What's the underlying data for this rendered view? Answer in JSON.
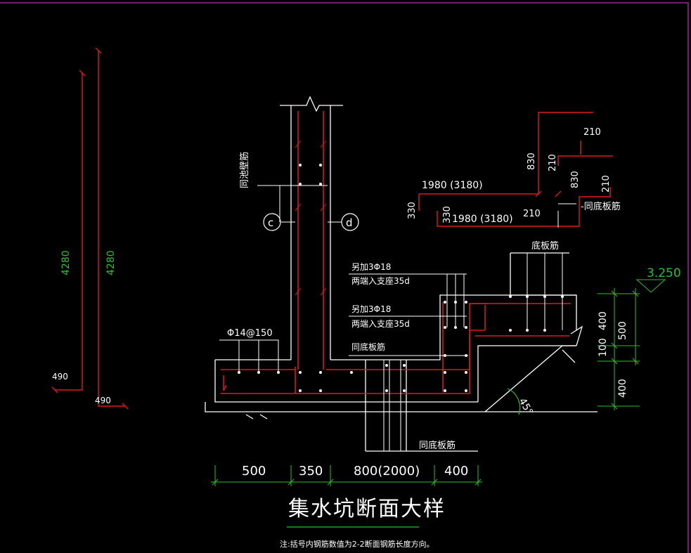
{
  "colors": {
    "background": "#000000",
    "frame": "#a020a0",
    "rebar": "#e01a1a",
    "linework": "#ffffff",
    "dimension": "#22c22e"
  },
  "title": "集水坑断面大样",
  "note": "注:括号内钢筋数值为2-2断面钢筋长度方向。",
  "labels": {
    "wall_rebar": "同池壁筋",
    "circle_c": "c",
    "circle_d": "d",
    "add_bars_1": "另加3Φ18",
    "anchor_1": "两端入支座35d",
    "add_bars_2": "另加3Φ18",
    "anchor_2": "两端入支座35d",
    "same_slab_1": "同底板筋",
    "same_slab_2": "同底板筋",
    "same_slab_3": "-同底板筋",
    "slab_rebar": "底板筋",
    "bottom_bar": "Φ14@150",
    "elevation": "3.250",
    "angle": "45°"
  },
  "left_bars": {
    "length_a": "4280",
    "length_b": "4280",
    "hook_a": "490",
    "hook_b": "490"
  },
  "bar_shapes": {
    "h1": "1980 (3180)",
    "h2": "1980 (3180)",
    "v1": "330",
    "v2": "330",
    "v3": "830",
    "v4": "830",
    "s1": "210",
    "s2": "210",
    "s3": "210",
    "s4": "210"
  },
  "dims_bottom": [
    "500",
    "350",
    "800(2000)",
    "400"
  ],
  "dims_right": {
    "a": "400",
    "b": "500",
    "c": "100",
    "d": "400"
  }
}
